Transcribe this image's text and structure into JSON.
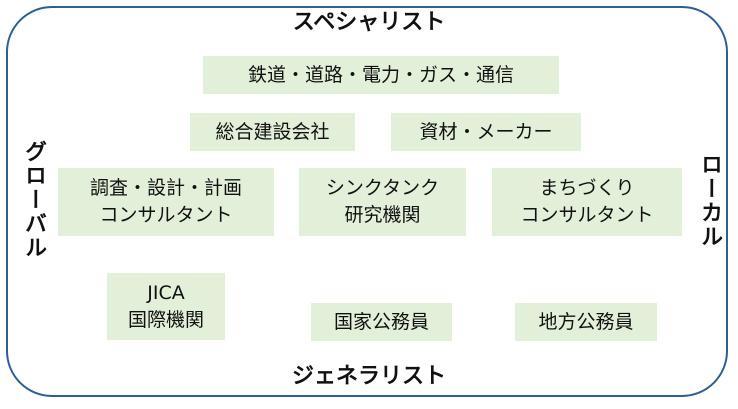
{
  "axes": {
    "top": "スペシャリスト",
    "bottom": "ジェネラリスト",
    "left": "グローバル",
    "right": "ローカル"
  },
  "boxes": {
    "infrastructure": "鉄道・道路・電力・ガス・通信",
    "general_construction": "総合建設会社",
    "materials_maker": "資材・メーカー",
    "survey_design_consultant": {
      "line1": "調査・設計・計画",
      "line2": "コンサルタント"
    },
    "think_tank": {
      "line1": "シンクタンク",
      "line2": "研究機関"
    },
    "town_planning_consultant": {
      "line1": "まちづくり",
      "line2": "コンサルタント"
    },
    "jica": {
      "line1": "JICA",
      "line2": "国際機関"
    },
    "national_civil_servant": "国家公務員",
    "local_civil_servant": "地方公務員"
  },
  "colors": {
    "frame_border": "#2e5f91",
    "box_fill": "#e2efd9"
  }
}
